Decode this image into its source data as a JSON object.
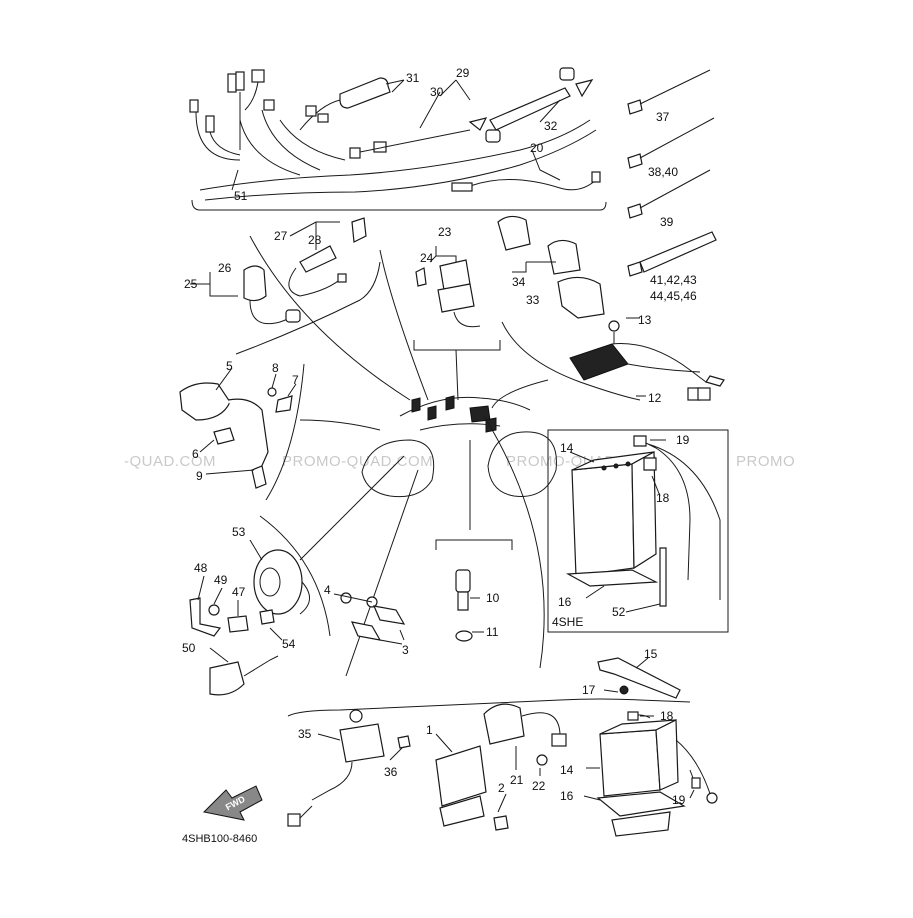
{
  "diagram_code": "4SHB100-8460",
  "watermark": [
    "-QUAD.COM",
    "PROMO-QUAD.COM",
    "PROMO-QUAD.COM",
    "PROMO"
  ],
  "fwd_label": "FWD",
  "inset_label": "4SHE",
  "callouts": [
    {
      "id": "c31",
      "text": "31"
    },
    {
      "id": "c29",
      "text": "29"
    },
    {
      "id": "c30",
      "text": "30"
    },
    {
      "id": "c32",
      "text": "32"
    },
    {
      "id": "c20",
      "text": "20"
    },
    {
      "id": "c51",
      "text": "51"
    },
    {
      "id": "c37",
      "text": "37"
    },
    {
      "id": "c38",
      "text": "38,40"
    },
    {
      "id": "c39",
      "text": "39"
    },
    {
      "id": "c41",
      "text": "41,42,43"
    },
    {
      "id": "c44",
      "text": "44,45,46"
    },
    {
      "id": "c27",
      "text": "27"
    },
    {
      "id": "c28",
      "text": "28"
    },
    {
      "id": "c26",
      "text": "26"
    },
    {
      "id": "c25",
      "text": "25"
    },
    {
      "id": "c23",
      "text": "23"
    },
    {
      "id": "c24",
      "text": "24"
    },
    {
      "id": "c34",
      "text": "34"
    },
    {
      "id": "c33",
      "text": "33"
    },
    {
      "id": "c13",
      "text": "13"
    },
    {
      "id": "c12",
      "text": "12"
    },
    {
      "id": "c5",
      "text": "5"
    },
    {
      "id": "c8",
      "text": "8"
    },
    {
      "id": "c7",
      "text": "7"
    },
    {
      "id": "c6",
      "text": "6"
    },
    {
      "id": "c9",
      "text": "9"
    },
    {
      "id": "c14a",
      "text": "14"
    },
    {
      "id": "c19a",
      "text": "19"
    },
    {
      "id": "c18a",
      "text": "18"
    },
    {
      "id": "c16a",
      "text": "16"
    },
    {
      "id": "c52",
      "text": "52"
    },
    {
      "id": "c53",
      "text": "53"
    },
    {
      "id": "c48",
      "text": "48"
    },
    {
      "id": "c49",
      "text": "49"
    },
    {
      "id": "c47",
      "text": "47"
    },
    {
      "id": "c54",
      "text": "54"
    },
    {
      "id": "c4",
      "text": "4"
    },
    {
      "id": "c3",
      "text": "3"
    },
    {
      "id": "c10",
      "text": "10"
    },
    {
      "id": "c11",
      "text": "11"
    },
    {
      "id": "c50",
      "text": "50"
    },
    {
      "id": "c15",
      "text": "15"
    },
    {
      "id": "c17",
      "text": "17"
    },
    {
      "id": "c18b",
      "text": "18"
    },
    {
      "id": "c35",
      "text": "35"
    },
    {
      "id": "c36",
      "text": "36"
    },
    {
      "id": "c1",
      "text": "1"
    },
    {
      "id": "c21",
      "text": "21"
    },
    {
      "id": "c22",
      "text": "22"
    },
    {
      "id": "c2",
      "text": "2"
    },
    {
      "id": "c14b",
      "text": "14"
    },
    {
      "id": "c16b",
      "text": "16"
    },
    {
      "id": "c19b",
      "text": "19"
    }
  ]
}
